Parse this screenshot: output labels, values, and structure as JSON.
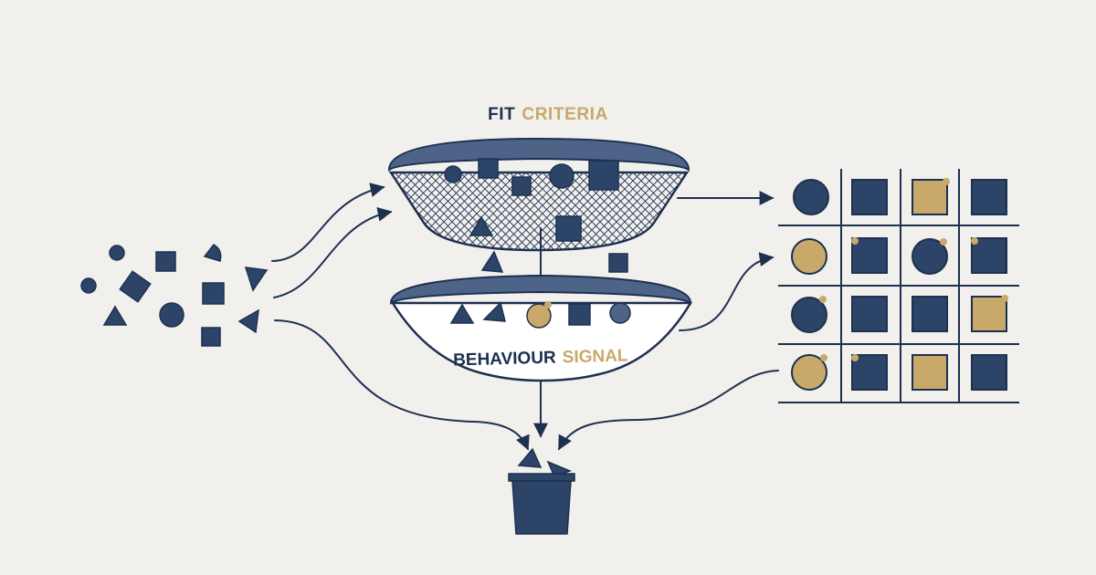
{
  "labels": {
    "fit": {
      "word1": "FIT",
      "word2": "CRITERIA"
    },
    "behaviour": {
      "word1": "BEHAVIOUR",
      "word2": "SIGNAL"
    }
  },
  "colors": {
    "background": "#f1f0ec",
    "navy": "#1e3050",
    "navy_fill": "#2b4468",
    "gold": "#c8a96a",
    "gold_dark": "#a8884a",
    "white": "#ffffff"
  },
  "icons": {
    "sieve": "mesh-sieve-icon",
    "bowl": "bowl-icon",
    "bin": "bin-icon",
    "grid": "sorted-grid-icon"
  }
}
